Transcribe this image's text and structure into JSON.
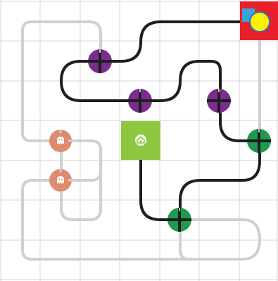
{
  "game": {
    "board": {
      "columns": 7,
      "rows": 7,
      "grid_color": "#d5d5d5",
      "background": "#ffffff"
    },
    "colors": {
      "active_path": "#1e1e1e",
      "inactive_path": "#d0d0d0",
      "purple_node": "#7b2d8e",
      "green_node": "#1f9a4f",
      "ghost_node": "#de8b70",
      "home_tile": "#8dc63f",
      "goal_red": "#ea1f2c",
      "goal_blue": "#3aa3de",
      "player_yellow": "#fff200"
    },
    "home_tile": {
      "icon": "home-icon"
    },
    "goal_tile": {
      "icon": "player-ball-icon"
    },
    "nodes": [
      {
        "kind": "purple-crossing",
        "col": 2,
        "row": 1
      },
      {
        "kind": "purple-crossing",
        "col": 3,
        "row": 2
      },
      {
        "kind": "purple-crossing",
        "col": 5,
        "row": 2
      },
      {
        "kind": "green-crossing",
        "col": 6,
        "row": 3
      },
      {
        "kind": "green-crossing",
        "col": 4,
        "row": 5
      },
      {
        "kind": "ghost-crossing",
        "col": 1,
        "row": 3
      },
      {
        "kind": "ghost-crossing",
        "col": 1,
        "row": 4
      }
    ]
  }
}
